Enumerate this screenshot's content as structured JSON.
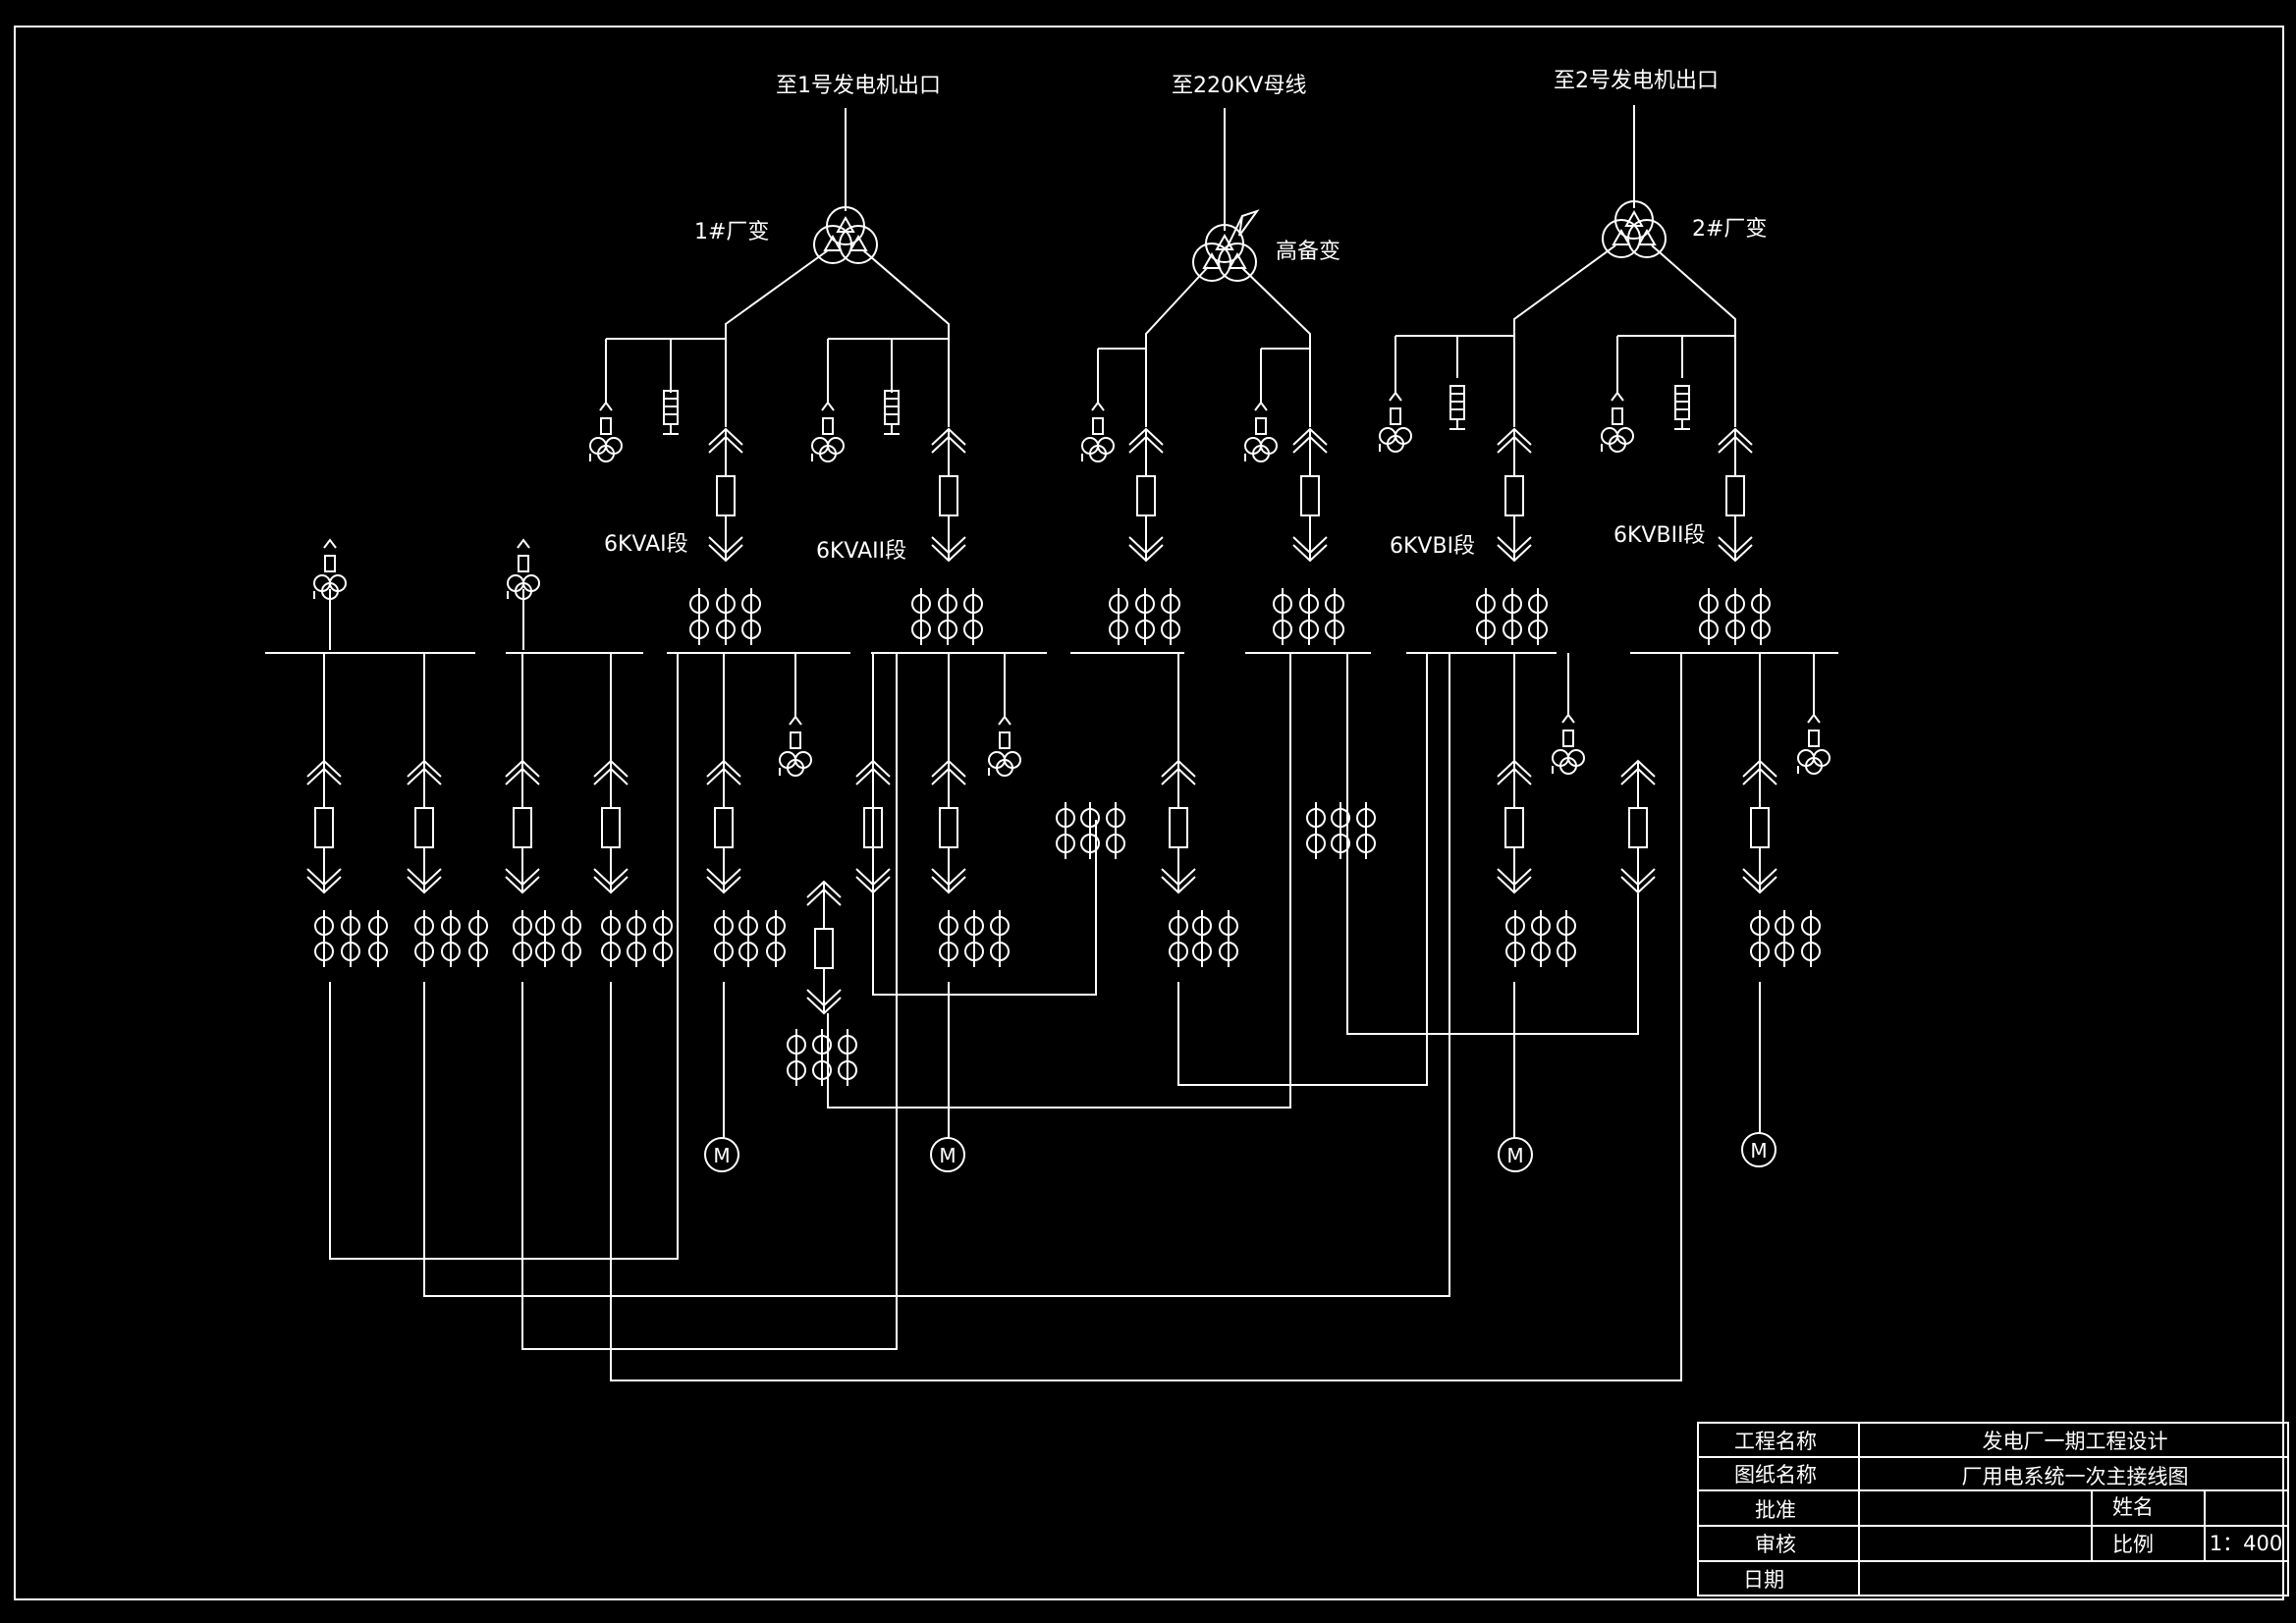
{
  "colors": {
    "background": "#000000",
    "lines": "#ffffff"
  },
  "feeds": {
    "gen1": "至1号发电机出口",
    "bus220": "至220KV母线",
    "gen2": "至2号发电机出口"
  },
  "transformers": {
    "t1": "1#厂变",
    "standby": "高备变",
    "t2": "2#厂变"
  },
  "sections": {
    "a1": "6KVAI段",
    "a2": "6KVAII段",
    "b1": "6KVBI段",
    "b2": "6KVBII段"
  },
  "motor_symbol": "M",
  "title_block": {
    "project_label": "工程名称",
    "project_value": "发电厂一期工程设计",
    "drawing_label": "图纸名称",
    "drawing_value": "厂用电系统一次主接线图",
    "approve_label": "批准",
    "review_label": "审核",
    "date_label": "日期",
    "name_label": "姓名",
    "scale_label": "比例",
    "scale_value": "1：400"
  }
}
